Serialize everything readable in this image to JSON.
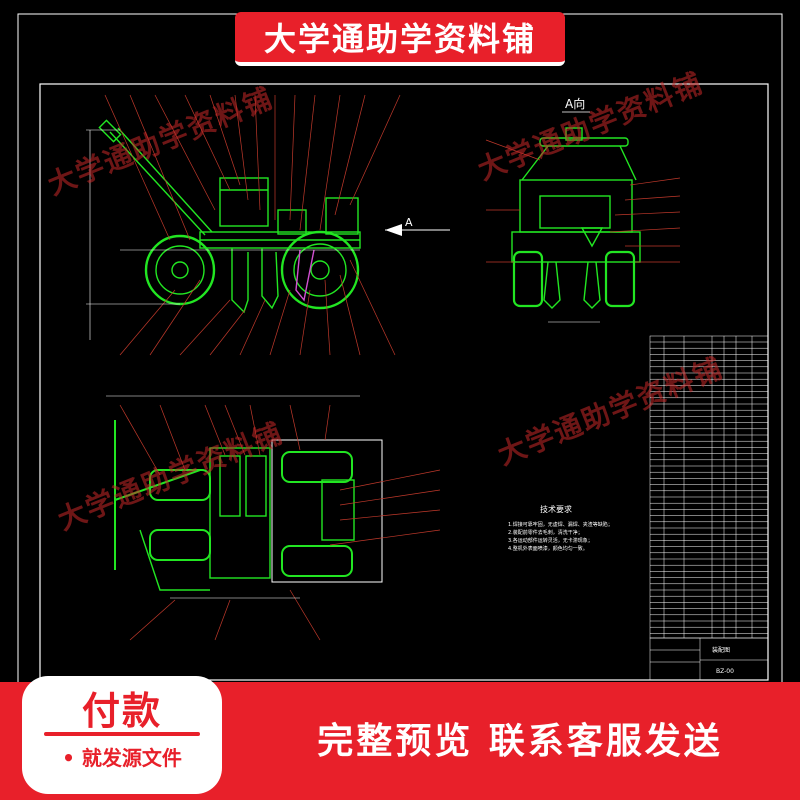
{
  "banner": {
    "text": "大学通助学资料铺"
  },
  "watermark": {
    "text": "大学通助学资料铺"
  },
  "drawing": {
    "view_label": "A向",
    "arrow_label": "A",
    "tech_title": "技术要求",
    "tech_notes": [
      "1.焊接可靠牢固，无虚焊、漏焊、夹渣等缺陷；",
      "2.装配前零件去毛刺，清洗干净；",
      "3.各运动部件运转灵活，无卡滞现象；",
      "4.整机外表面喷漆，颜色均匀一致。"
    ],
    "title_block": {
      "name": "装配图",
      "code": "BZ-00"
    }
  },
  "footer": {
    "pay_title": "付款",
    "pay_sub": "• 就发源文件",
    "promo": "完整预览  联系客服发送"
  },
  "colors": {
    "brand_red": "#e8202a",
    "cad_green": "#22e622",
    "cad_white": "#ffffff",
    "cad_bg": "#000000"
  }
}
